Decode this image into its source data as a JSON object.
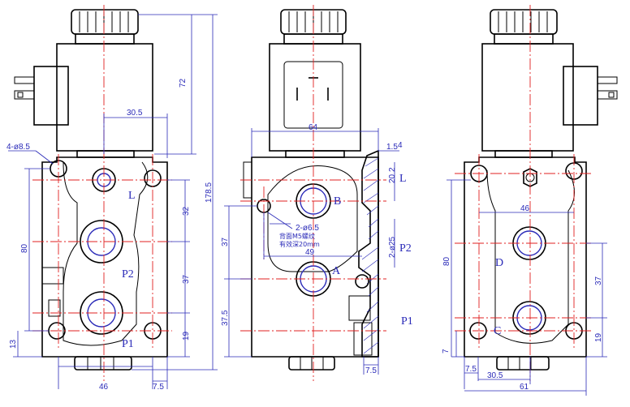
{
  "dimensions": {
    "coil_height": "72",
    "overall_height": "178.5",
    "mount_spacing_top": "30.5",
    "mount_holes": "4-ø8.5",
    "body_height": "80",
    "spacing_32": "32",
    "spacing_37": "37",
    "spacing_19": "19",
    "spacing_13": "13",
    "width_46_front": "46",
    "offset_7_5_front": "7.5",
    "coil_width": "64",
    "flange_1_5": "1.5",
    "flange_4": "4",
    "l_port": "20",
    "l_port_2": "2",
    "holes_2_65": "2-ø6.5",
    "port_spacing_49": "49",
    "side_37": "37",
    "side_37_5": "37.5",
    "thread_25": "2-ø25",
    "offset_7_5_side": "7.5",
    "right_46": "46",
    "right_80": "80",
    "right_37": "37",
    "right_19": "19",
    "right_7": "7",
    "right_7_5": "7.5",
    "right_30_5": "30.5",
    "right_61": "61"
  },
  "notes": {
    "back_thread": "背面M5螺纹",
    "thread_depth": "有效深20mm"
  },
  "ports": {
    "front_l": "L",
    "front_p2": "P2",
    "front_p1": "P1",
    "side_b": "B",
    "side_a": "A",
    "side_l": "L",
    "side_p2": "P2",
    "side_p1": "P1",
    "right_d": "D",
    "right_c": "C"
  }
}
